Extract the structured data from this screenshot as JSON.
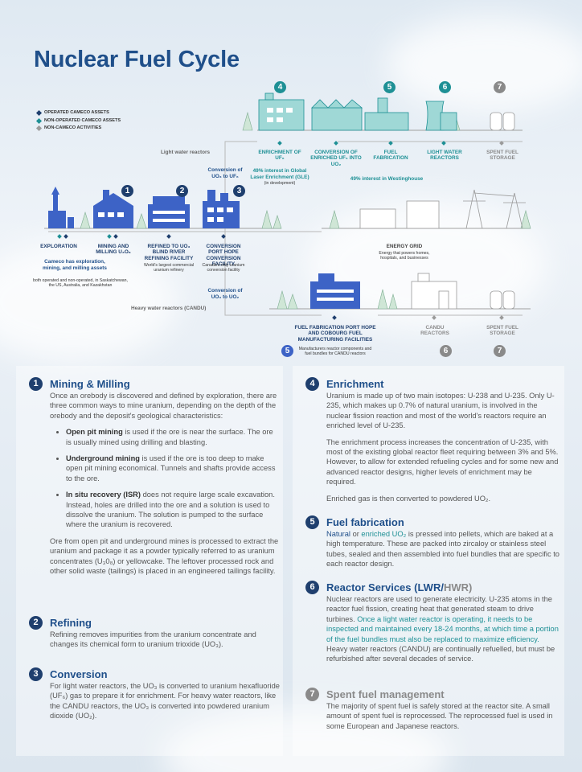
{
  "title": "Nuclear Fuel Cycle",
  "legend": [
    {
      "label": "OPERATED CAMECO ASSETS",
      "color": "#1f3f6e"
    },
    {
      "label": "NON-OPERATED CAMECO ASSETS",
      "color": "#1e9095"
    },
    {
      "label": "NON-CAMECO ACTIVITIES",
      "color": "#9a9a9a"
    }
  ],
  "colors": {
    "navy": "#1f3f6e",
    "blue": "#3d63c6",
    "teal": "#1e9095",
    "gray": "#8a8a8a"
  },
  "diagram": {
    "light_water_reactors": "Light water reactors",
    "heavy_water_reactors": "Heavy water reactors  (CANDU)",
    "conversion_uf6": "Conversion of UO₃ to UF₆",
    "conversion_uo2": "Conversion of UO₃ to UO₂",
    "gle_note": "49% interest in Global Laser Enrichment (GLE)",
    "gle_dev": "(in development)",
    "westinghouse_note": "49% interest in Westinghouse",
    "exploration": {
      "label": "EXPLORATION",
      "note": "Cameco has exploration, mining, and milling assets",
      "sub": "both operated and non-operated, in Saskatchewan, the US, Australia, and Kazakhstan"
    },
    "mining": {
      "label": "MINING AND MILLING U₃O₈"
    },
    "refined": {
      "label": "REFINED TO UO₃ Blind River refining facility",
      "sub": "World's largest commercial uranium refinery"
    },
    "conversion": {
      "label": "CONVERSION Port Hope conversion facility",
      "sub": "Canada's only uranium conversion facility"
    },
    "enrichment": {
      "label": "ENRICHMENT OF UF₆"
    },
    "conv_enriched": {
      "label": "CONVERSION OF ENRICHED UF₆ INTO UO₂"
    },
    "fuel_fab": {
      "label": "FUEL FABRICATION"
    },
    "lwr": {
      "label": "LIGHT WATER REACTORS"
    },
    "spent_top": {
      "label": "SPENT FUEL STORAGE"
    },
    "energy_grid": {
      "label": "ENERGY GRID",
      "sub": "Energy that powers homes, hospitals, and businesses"
    },
    "fuel_fab_candu": {
      "label": "FUEL FABRICATION Port Hope and Cobourg fuel manufacturing facilities",
      "sub": "Manufacturers reactor components and fuel bundles for CANDU reactors"
    },
    "candu": {
      "label": "CANDU REACTORS"
    },
    "spent_bottom": {
      "label": "SPENT FUEL STORAGE"
    },
    "numbers": [
      "1",
      "2",
      "3",
      "4",
      "5",
      "6",
      "7"
    ]
  },
  "sections": {
    "mining": {
      "num": "1",
      "title": "Mining & Milling",
      "intro": "Once an orebody is discovered and defined by exploration, there are three common ways to mine uranium, depending on the depth of the orebody and the deposit's geological characteristics:",
      "bullets": [
        {
          "term": "Open pit mining",
          "text": " is used if the ore is near the surface. The ore is usually mined using drilling and blasting."
        },
        {
          "term": "Underground mining",
          "text": " is used if the ore is too deep to make open pit mining economical. Tunnels and shafts provide access to the ore."
        },
        {
          "term": "In situ recovery (ISR)",
          "text": " does not require large scale excavation. Instead, holes are drilled into the ore and a solution is used to dissolve the uranium. The solution is pumped to the surface where the uranium is recovered."
        }
      ],
      "outro": "Ore from open pit and underground mines is processed to extract the uranium and package it as a powder typically referred to as uranium concentrates (U₃0₈) or yellowcake. The leftover processed rock and other solid waste (tailings) is placed in an engineered tailings facility."
    },
    "refining": {
      "num": "2",
      "title": "Refining",
      "text": "Refining removes impurities from the uranium concentrate and changes its chemical form to uranium trioxide (UO₃)."
    },
    "conversion": {
      "num": "3",
      "title": "Conversion",
      "text": "For light water reactors, the UO₃ is converted to uranium hexafluoride (UF₆) gas to prepare it for enrichment. For heavy water reactors, like the CANDU reactors, the UO₃ is converted into powdered uranium dioxide (UO₂)."
    },
    "enrichment": {
      "num": "4",
      "title": "Enrichment",
      "p1": "Uranium is made up of two main isotopes: U-238 and U-235. Only U-235, which makes up 0.7% of natural uranium, is involved in the nuclear fission reaction and most of the world's reactors require an enriched level of U-235.",
      "p2": "The enrichment process increases the concentration of U-235, with most of the existing global reactor fleet requiring between 3% and 5%. However, to allow for extended refueling cycles and for some new and advanced reactor designs, higher levels of enrichment may be required.",
      "p3": "Enriched gas is then converted to powdered UO₂."
    },
    "fuel": {
      "num": "5",
      "title": "Fuel fabrication",
      "natural": "Natural",
      "or": " or ",
      "enriched": "enriched UO₂",
      "text": " is pressed into pellets, which are baked at a high temperature. These are packed into zircaloy or stainless steel tubes, sealed and then assembled into fuel bundles that are specific to each reactor design."
    },
    "reactor": {
      "num": "6",
      "title_a": "Reactor Services (LWR/",
      "title_b": "HWR)",
      "t1": "Nuclear reactors are used to generate electricity. U-235 atoms in the reactor fuel fission, creating heat that generated steam to drive turbines. ",
      "t2": "Once a light water reactor is operating, it needs to be inspected and maintained every 18-24 months, at which time a portion of the fuel bundles must also be replaced to maximize efficiency.",
      "t3": " Heavy water reactors (CANDU) are continually refuelled, but must be refurbished after several decades of service."
    },
    "spent": {
      "num": "7",
      "title": "Spent fuel management",
      "text": "The majority of spent fuel is safely stored at the reactor site. A small amount of spent fuel is reprocessed. The reprocessed fuel is used in some European and Japanese reactors."
    }
  }
}
